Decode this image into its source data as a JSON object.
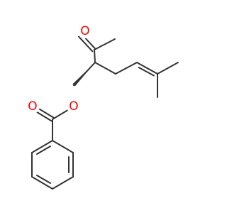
{
  "structure": {
    "atoms": {
      "ketone_oxygen": {
        "symbol": "O",
        "color": "#ff0000"
      },
      "ester_oxygen": {
        "symbol": "O",
        "color": "#ff0000"
      },
      "carbonyl_oxygen": {
        "symbol": "O",
        "color": "#ff0000"
      }
    },
    "bond_color": "#333333",
    "background": "#ffffff"
  }
}
